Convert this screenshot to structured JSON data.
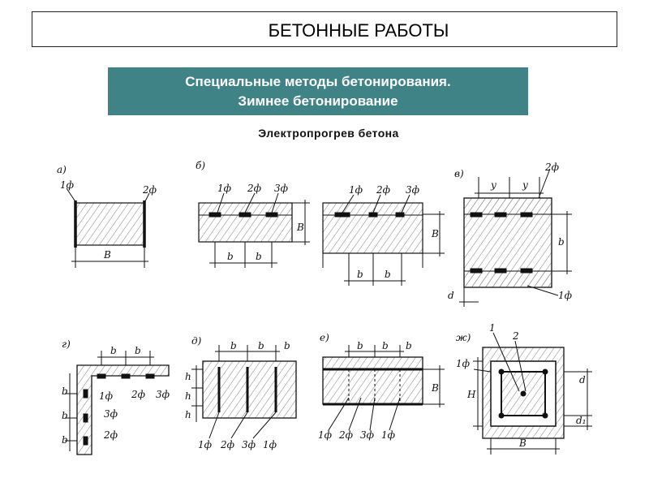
{
  "header": {
    "title": "БЕТОННЫЕ РАБОТЫ"
  },
  "subtitle": {
    "line1": "Специальные методы бетонирования.",
    "line2": "Зимнее  бетонирование"
  },
  "caption": "Электропрогрев  бетона",
  "colors": {
    "banner": "#3f8387",
    "ink": "#111111",
    "hatch": "#888888"
  },
  "panels": {
    "a": {
      "letter": "а)",
      "labels": {
        "e1": "1ф",
        "e2": "2ф",
        "width": "B"
      }
    },
    "b1": {
      "letter": "б)",
      "labels": {
        "e1": "1ф",
        "e2": "2ф",
        "e3": "3ф",
        "h": "B",
        "s1": "b",
        "s2": "b"
      }
    },
    "b2": {
      "labels": {
        "e1": "1ф",
        "e2": "2ф",
        "e3": "3ф",
        "h": "B",
        "s1": "b",
        "s2": "b"
      }
    },
    "v": {
      "letter": "в)",
      "labels": {
        "e2": "2ф",
        "y1": "y",
        "y2": "y",
        "h": "b",
        "d": "d",
        "e1": "1ф"
      }
    },
    "g": {
      "letter": "г)",
      "labels": {
        "t1": "b",
        "t2": "b",
        "l1": "b",
        "l2": "b",
        "l3": "b",
        "e1": "1ф",
        "e2a": "2ф",
        "e3a": "3ф",
        "e3b": "3ф",
        "e2b": "2ф"
      }
    },
    "d": {
      "letter": "д)",
      "labels": {
        "t1": "b",
        "t2": "b",
        "t3": "b",
        "h1": "h",
        "h2": "h",
        "h3": "h",
        "f1": "1ф",
        "f2": "2ф",
        "f3": "3ф",
        "f4": "1ф"
      }
    },
    "e": {
      "letter": "е)",
      "labels": {
        "t1": "b",
        "t2": "b",
        "t3": "b",
        "h": "B",
        "f1": "1ф",
        "f2": "2ф",
        "f3": "3ф",
        "f4": "1ф"
      }
    },
    "zh": {
      "letter": "ж)",
      "labels": {
        "n1": "1",
        "n2": "2",
        "e1": "1ф",
        "h": "H",
        "d": "d",
        "d1": "d₁",
        "w": "B"
      }
    }
  }
}
